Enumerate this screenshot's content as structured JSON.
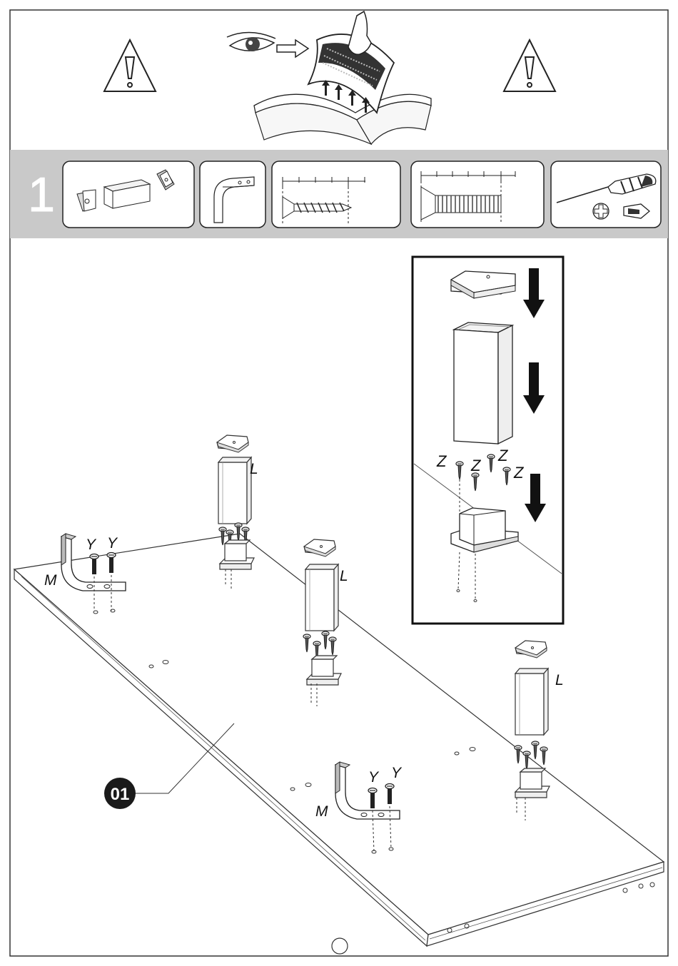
{
  "header": {
    "warning_icon_left": "warning-triangle-icon",
    "warning_icon_right": "warning-triangle-icon",
    "instruction_icon": "eye-compare-parts-icon"
  },
  "step": {
    "number": "1",
    "band_color": "#c9c9c9",
    "parts": [
      {
        "name": "leg-tube-with-caps",
        "icon": "tube-caps-icon"
      },
      {
        "name": "bracket-m",
        "icon": "bracket-icon"
      },
      {
        "name": "wood-screw-z",
        "icon": "wood-screw-icon"
      },
      {
        "name": "machine-screw-y",
        "icon": "machine-screw-icon"
      },
      {
        "name": "tools",
        "icon": "screwdriver-icon"
      }
    ]
  },
  "labels": {
    "panel": "01",
    "leg": "L",
    "bracket": "M",
    "bracket_screw": "Y",
    "leg_screw": "Z"
  }
}
